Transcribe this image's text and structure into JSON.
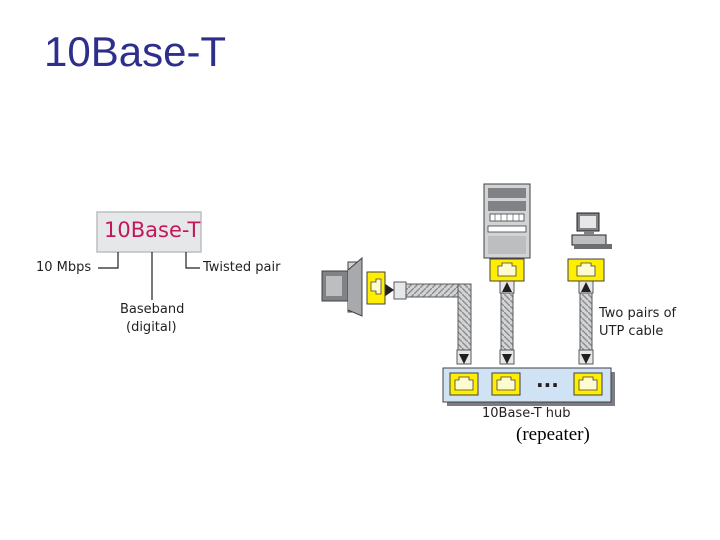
{
  "title": "10Base-T",
  "naming": {
    "box_label": "10Base-T",
    "rate_label": "10 Mbps",
    "medium_label": "Twisted pair",
    "signal_label_line1": "Baseband",
    "signal_label_line2": "(digital)"
  },
  "network": {
    "cable_label_line1": "Two pairs of",
    "cable_label_line2": "UTP cable",
    "hub_label": "10Base-T hub",
    "hub_ellipsis": "...",
    "caption": "(repeater)"
  },
  "colors": {
    "title": "#2e2e8c",
    "box_fill": "#e6e7e8",
    "box_text": "#c2185b",
    "port_yellow": "#ffee00",
    "hub_fill": "#cfe3f5",
    "cable_gray": "#bcbec0"
  },
  "icons": [
    "server-tower-icon",
    "desktop-computer-icon",
    "network-card-icon",
    "rj45-port-icon",
    "hub-icon"
  ]
}
